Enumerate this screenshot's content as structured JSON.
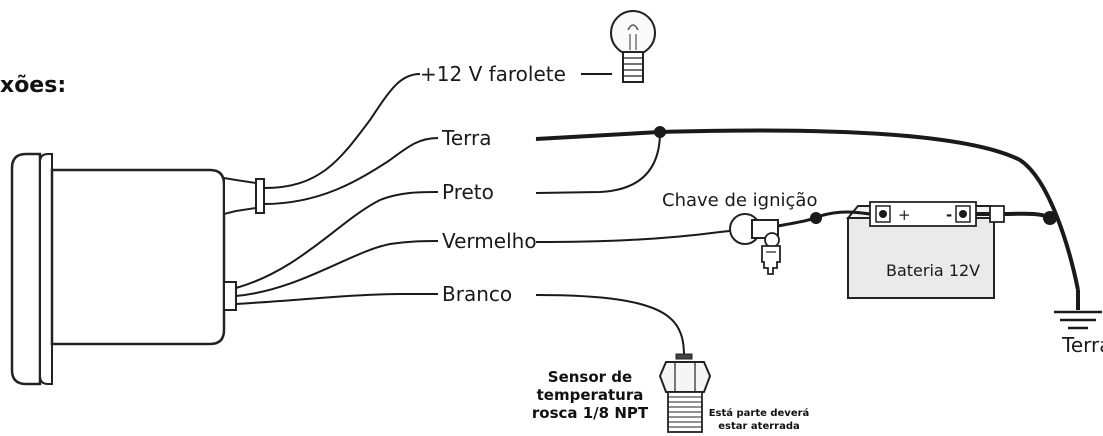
{
  "title": "xões:",
  "wires": {
    "lamp": "+12 V farolete",
    "ground": "Terra",
    "black": "Preto",
    "red": "Vermelho",
    "white": "Branco"
  },
  "ignition_label": "Chave de ignição",
  "battery": {
    "label": "Bateria 12V",
    "positive": "+",
    "negative": "-"
  },
  "ground_symbol_label": "Terra",
  "sensor": {
    "line1": "Sensor de",
    "line2": "temperatura",
    "line3": "rosca 1/8 NPT",
    "note_line1": "Está parte deverá",
    "note_line2": "estar aterrada"
  },
  "colors": {
    "wire": "#1a1a1a",
    "gauge_body": "#ffffff",
    "battery_fill": "#e8e8e8"
  }
}
